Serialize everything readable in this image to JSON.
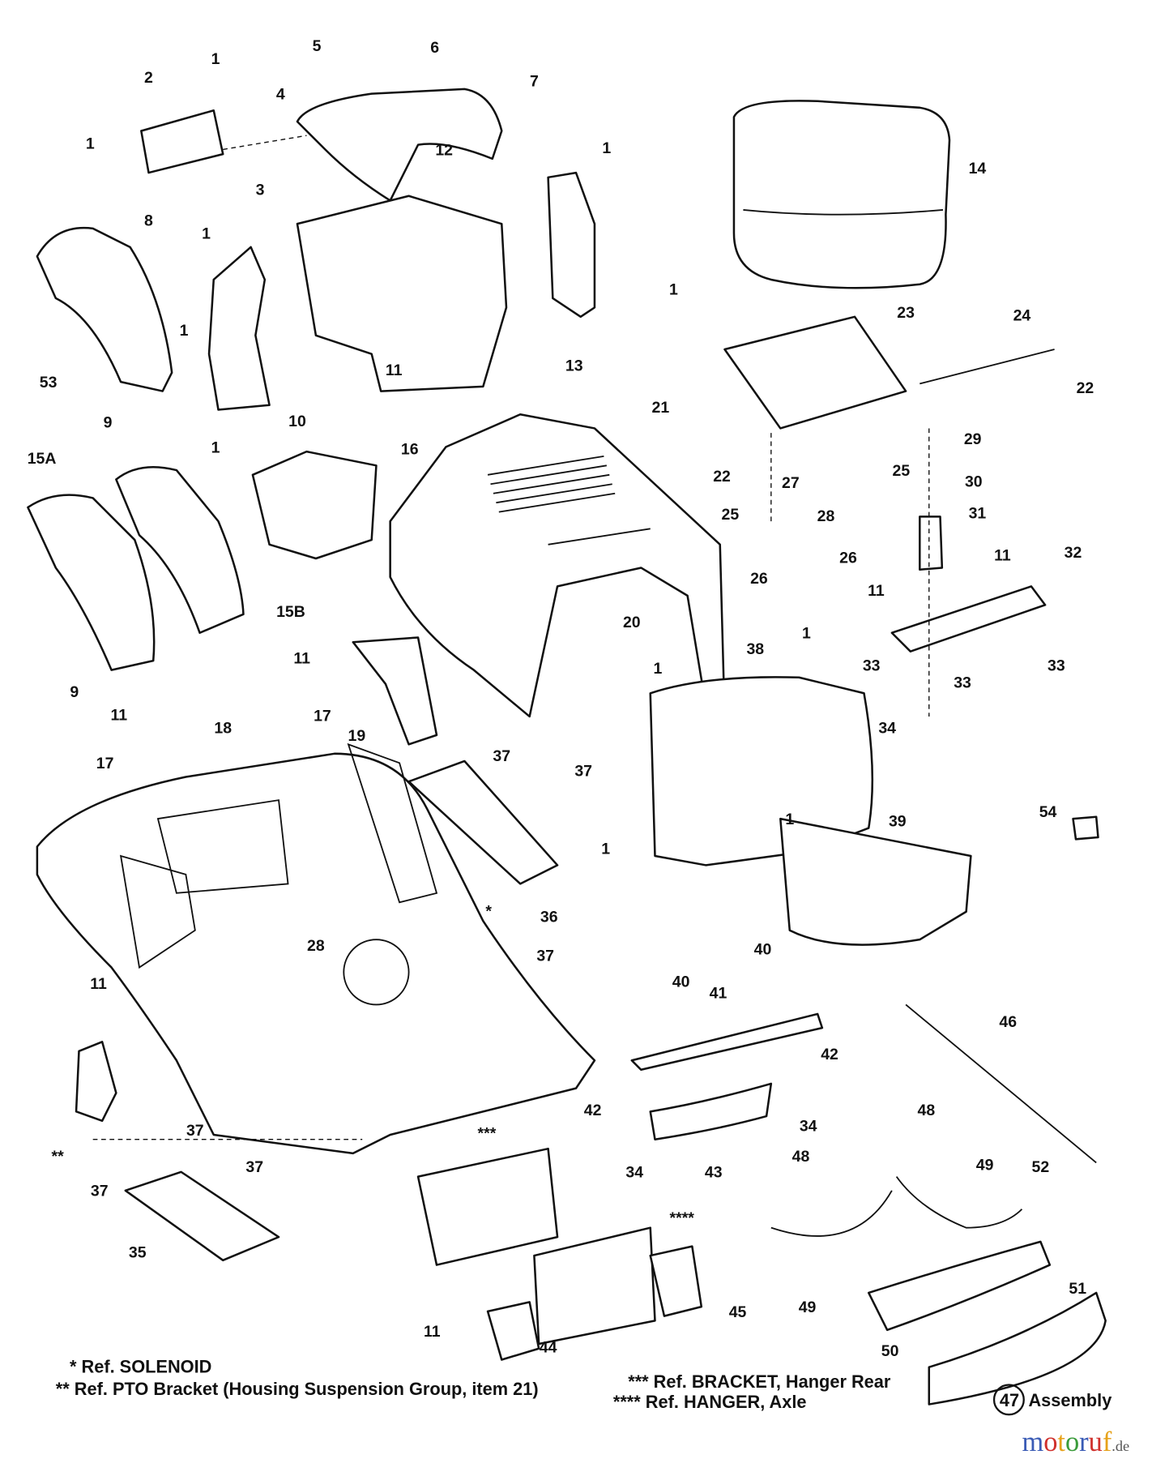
{
  "callouts": [
    "1",
    "2",
    "1",
    "5",
    "6",
    "4",
    "7",
    "3",
    "12",
    "1",
    "14",
    "8",
    "1",
    "1",
    "1",
    "13",
    "53",
    "11",
    "9",
    "10",
    "1",
    "23",
    "24",
    "22",
    "21",
    "15A",
    "16",
    "29",
    "22",
    "27",
    "28",
    "25",
    "30",
    "25",
    "31",
    "26",
    "26",
    "11",
    "32",
    "11",
    "15B",
    "20",
    "1",
    "38",
    "1",
    "33",
    "33",
    "33",
    "9",
    "11",
    "11",
    "17",
    "19",
    "34",
    "17",
    "18",
    "37",
    "37",
    "1",
    "54",
    "1",
    "39",
    "36",
    "28",
    "*",
    "37",
    "40",
    "40",
    "41",
    "11",
    "46",
    "42",
    "42",
    "34",
    "48",
    "48",
    "49",
    "52",
    "**",
    "37",
    "37",
    "37",
    "***",
    "34",
    "43",
    "****",
    "35",
    "45",
    "49",
    "51",
    "11",
    "44",
    "50"
  ],
  "legend": {
    "solenoid": "* Ref. SOLENOID",
    "pto": "** Ref. PTO Bracket (Housing Suspension Group, item 21)",
    "bracket": "*** Ref. BRACKET, Hanger Rear",
    "hanger": "**** Ref. HANGER, Axle",
    "assembly_number": "47",
    "assembly_label": "Assembly"
  },
  "watermark": {
    "main": "motoruf",
    "suffix": ".de",
    "colors": [
      "#3a5bb5",
      "#d0312d",
      "#e6a21a",
      "#3a9b3a",
      "#3a5bb5",
      "#d0312d",
      "#e6a21a"
    ]
  }
}
